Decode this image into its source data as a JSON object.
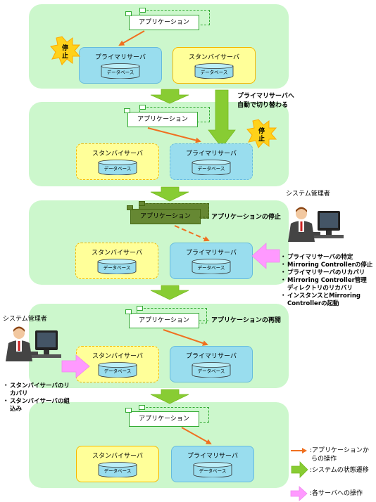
{
  "labels": {
    "application": "アプリケーション",
    "primary_server": "プライマリサーバ",
    "standby_server": "スタンバイサーバ",
    "database": "データベース",
    "stop_line1": "停",
    "stop_line2": "止",
    "auto_switch_line1": "プライマリサーバへ",
    "auto_switch_line2": "自動で切り替わる",
    "admin": "システム管理者",
    "app_stop": "アプリケーションの停止",
    "app_restart": "アプリケーションの再開",
    "bullet_mark": "・"
  },
  "steps_right": [
    "プライマリサーバの特定",
    "Mirroring Controllerの停止",
    "プライマリサーバのリカバリ",
    "Mirroring Controller管理",
    "ディレクトリのリカバリ",
    "インスタンスとMirroring",
    "Controllerの起動"
  ],
  "steps_left": [
    "スタンバイサーバのリ",
    "カバリ",
    "スタンバイサーバの組",
    "込み"
  ],
  "legend": {
    "app_op_line1": ":アプリケーションか",
    "app_op_line2": "らの操作",
    "state_transition": ":システムの状態遷移",
    "server_op": ":各サーバへの操作"
  },
  "colors": {
    "panel": "#ccf7cc",
    "primary": "#99ddee",
    "standby": "#ffff99",
    "arrow_app": "#f07020",
    "arrow_state": "#88cc33",
    "arrow_server": "#ff99ff"
  }
}
